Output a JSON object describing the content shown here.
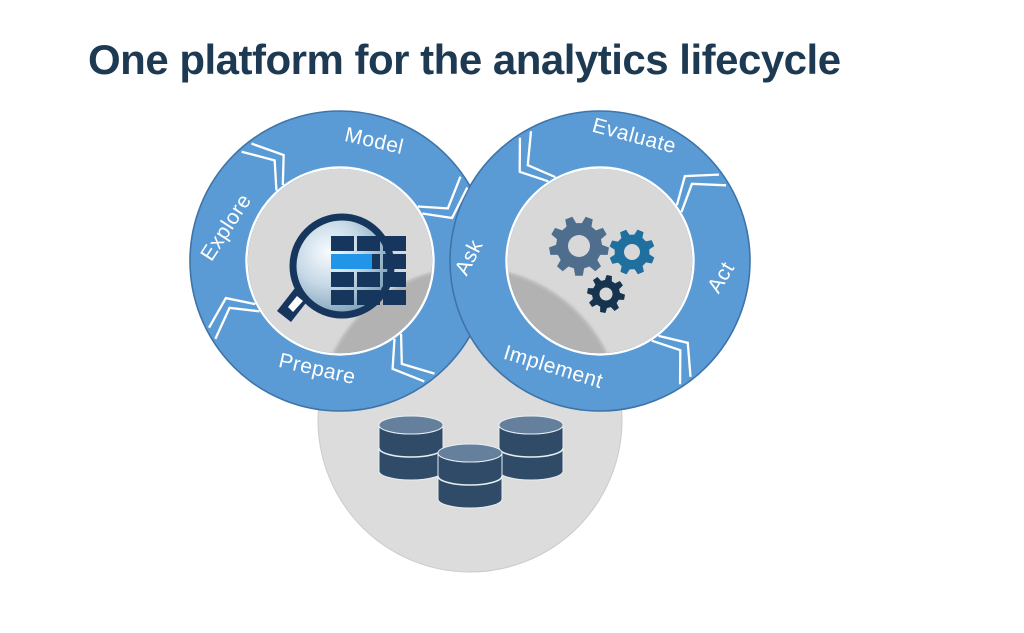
{
  "slide": {
    "title": "One platform for the analytics lifecycle"
  },
  "diagram": {
    "discovery_cycle": {
      "segments": [
        {
          "label": "Model"
        },
        {
          "label": "Explore"
        },
        {
          "label": "Prepare"
        }
      ],
      "icon": "magnifier-data-icon"
    },
    "deployment_cycle": {
      "segments": [
        {
          "label": "Evaluate"
        },
        {
          "label": "Act"
        },
        {
          "label": "Implement"
        }
      ],
      "icon": "gears-icon"
    },
    "shared_segment": {
      "label": "Ask"
    },
    "data_platform": {
      "icon": "database-icon",
      "database_count": 3
    }
  },
  "colors": {
    "background": "#ffffff",
    "title_text": "#1d3a52",
    "ring_fill": "#5b9bd5",
    "ring_outline": "#3e74a8",
    "inner_circle": "#d8d8d8",
    "inner_rim": "#ffffff",
    "data_circle": "#dcdcdc",
    "data_circle_outline": "#cbcbcb",
    "overlap_shadow": "#afafaf",
    "segment_text": "#ffffff",
    "chevron": "#ffffff",
    "gear_slate": "#4f6e8d",
    "gear_steel": "#1f6f9f",
    "gear_navy": "#16334f",
    "db_body": "#2f4b68",
    "db_top": "#64809d",
    "db_line": "#e8eef3",
    "magnifier_rim": "#17365d",
    "grid_cell": "#17365d",
    "grid_highlight": "#2196e8"
  }
}
